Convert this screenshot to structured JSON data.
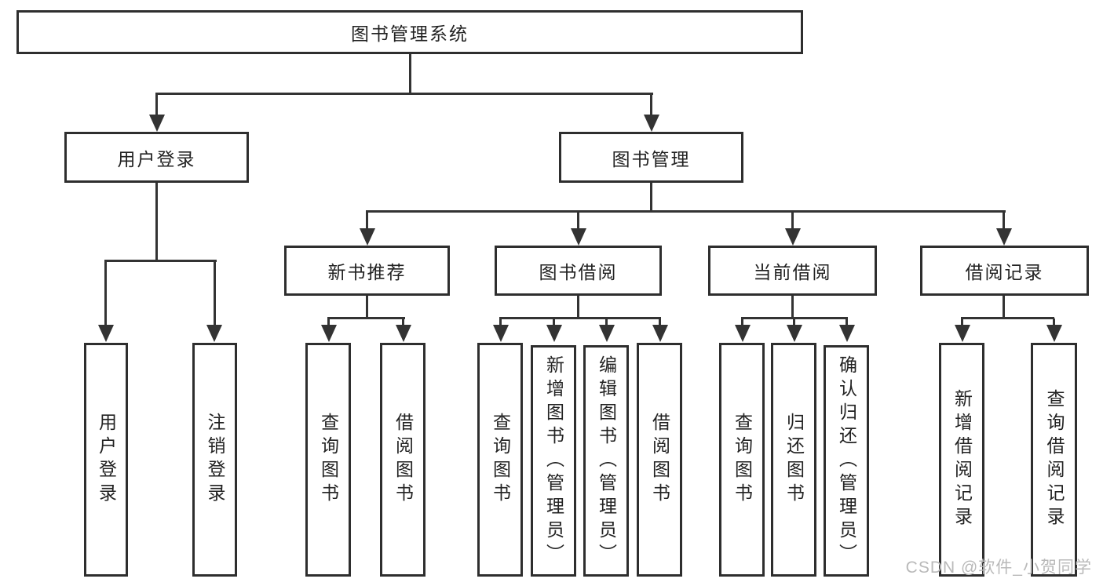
{
  "diagram": {
    "title": "图书管理系统",
    "type": "hierarchy-tree"
  },
  "colors": {
    "background": "#ffffff",
    "box_border": "#2e2e2e",
    "box_fill": "#ffffff",
    "line": "#333333",
    "text": "#222222",
    "watermark": "#b9b9b9"
  },
  "nodes": [
    {
      "id": "root",
      "label": "图书管理系统",
      "level": 0
    },
    {
      "id": "user-login",
      "label": "用户登录",
      "level": 1
    },
    {
      "id": "book-management",
      "label": "图书管理",
      "level": 1
    },
    {
      "id": "new-book-recommend",
      "label": "新书推荐",
      "level": 2
    },
    {
      "id": "book-borrowing",
      "label": "图书借阅",
      "level": 2
    },
    {
      "id": "current-borrowing",
      "label": "当前借阅",
      "level": 2
    },
    {
      "id": "borrowing-records",
      "label": "借阅记录",
      "level": 2
    },
    {
      "id": "user-login-leaf",
      "label": "用户登录",
      "level": 3
    },
    {
      "id": "logout-leaf",
      "label": "注销登录",
      "level": 3
    },
    {
      "id": "query-books-recommend",
      "label": "查询图书",
      "level": 3
    },
    {
      "id": "borrow-books-recommend",
      "label": "借阅图书",
      "level": 3
    },
    {
      "id": "query-books-borrowing",
      "label": "查询图书",
      "level": 3
    },
    {
      "id": "add-books-admin",
      "label": "新增图书（管理员）",
      "level": 3
    },
    {
      "id": "edit-books-admin",
      "label": "编辑图书（管理员）",
      "level": 3
    },
    {
      "id": "borrow-books-borrowing",
      "label": "借阅图书",
      "level": 3
    },
    {
      "id": "query-books-current",
      "label": "查询图书",
      "level": 3
    },
    {
      "id": "return-books",
      "label": "归还图书",
      "level": 3
    },
    {
      "id": "confirm-return-admin",
      "label": "确认归还（管理员）",
      "level": 3
    },
    {
      "id": "add-borrow-record",
      "label": "新增借阅记录",
      "level": 3
    },
    {
      "id": "query-borrow-record",
      "label": "查询借阅记录",
      "level": 3
    }
  ],
  "edges": [
    [
      "root",
      "user-login"
    ],
    [
      "root",
      "book-management"
    ],
    [
      "user-login",
      "user-login-leaf"
    ],
    [
      "user-login",
      "logout-leaf"
    ],
    [
      "book-management",
      "new-book-recommend"
    ],
    [
      "book-management",
      "book-borrowing"
    ],
    [
      "book-management",
      "current-borrowing"
    ],
    [
      "book-management",
      "borrowing-records"
    ],
    [
      "new-book-recommend",
      "query-books-recommend"
    ],
    [
      "new-book-recommend",
      "borrow-books-recommend"
    ],
    [
      "book-borrowing",
      "query-books-borrowing"
    ],
    [
      "book-borrowing",
      "add-books-admin"
    ],
    [
      "book-borrowing",
      "edit-books-admin"
    ],
    [
      "book-borrowing",
      "borrow-books-borrowing"
    ],
    [
      "current-borrowing",
      "query-books-current"
    ],
    [
      "current-borrowing",
      "return-books"
    ],
    [
      "current-borrowing",
      "confirm-return-admin"
    ],
    [
      "borrowing-records",
      "add-borrow-record"
    ],
    [
      "borrowing-records",
      "query-borrow-record"
    ]
  ],
  "watermark": {
    "text": "CSDN @软件_小贺同学"
  }
}
